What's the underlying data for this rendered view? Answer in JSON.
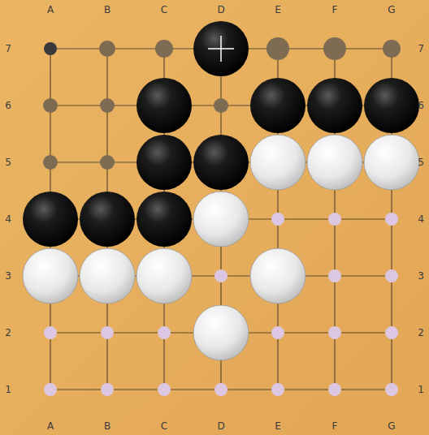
{
  "diagram": {
    "labels": [
      "A",
      "B",
      "C",
      "D",
      "E",
      "F",
      "G",
      "7",
      "7",
      "6",
      "6",
      "5",
      "5",
      "4",
      "4",
      "3",
      "3",
      "2",
      "2",
      "1",
      "1",
      "A",
      "B",
      "C",
      "D",
      "E",
      "F",
      "G"
    ]
  }
}
